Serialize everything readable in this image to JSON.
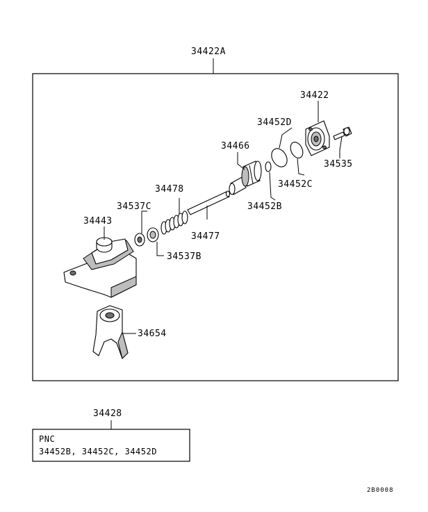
{
  "assembly_label": "34422A",
  "parts": {
    "p34422": "34422",
    "p34452D": "34452D",
    "p34466": "34466",
    "p34535": "34535",
    "p34452C": "34452C",
    "p34478": "34478",
    "p34452B": "34452B",
    "p34537C": "34537C",
    "p34443": "34443",
    "p34477": "34477",
    "p34537B": "34537B",
    "p34654": "34654"
  },
  "kit": {
    "label": "34428",
    "heading": "PNC",
    "contents": "34452B, 34452C, 34452D"
  },
  "figure_code": "2B0008"
}
